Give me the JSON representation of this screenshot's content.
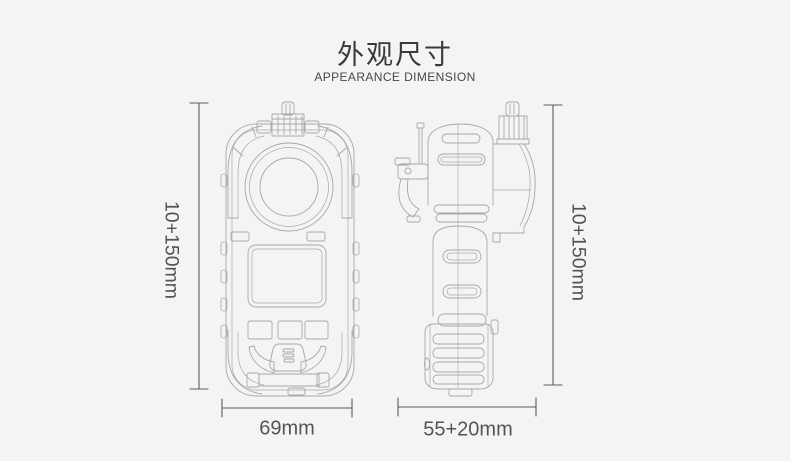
{
  "header": {
    "title": "外观尺寸",
    "subtitle": "APPEARANCE DIMENSION"
  },
  "dimensions": {
    "front_view": {
      "height": "10+150mm",
      "width": "69mm"
    },
    "side_view": {
      "height": "10+150mm",
      "width": "55+20mm"
    }
  },
  "colors": {
    "background": "#f4f4f5",
    "line_art": "#a4a8ab",
    "dimension_line": "#5a5b5e",
    "title_text": "#3a3a3c",
    "label_text": "#545457"
  }
}
